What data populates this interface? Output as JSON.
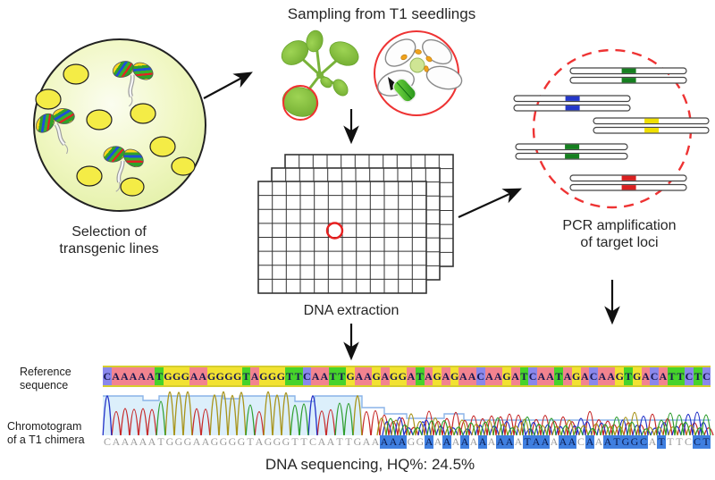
{
  "titles": {
    "sampling": "Sampling from T1 seedlings",
    "selection_1": "Selection of",
    "selection_2": "transgenic lines",
    "dna_extraction": "DNA extraction",
    "pcr_1": "PCR amplification",
    "pcr_2": "of target loci",
    "reference_1": "Reference",
    "reference_2": "sequence",
    "chromatogram_1": "Chromotogram",
    "chromatogram_2": "of a T1 chimera",
    "bottom_caption": "DNA sequencing, HQ%: 24.5%"
  },
  "sequences": {
    "reference": "CAAAAATGGGAAGGGGTAGGGTTCAATTGAAGAGGATAGAGAACAAGATCAATAGACAAGTGACATTCTC",
    "calls": "CAAAAATGGGAAGGGGTAGGGTTCAATTGAAAAAGGAAAAAAAAAAATAAAAACAAATGGCATTTCCT",
    "low_quality_highlight_mask": "0000000000000000000000000000000111001010101011011101101011111010001100"
  },
  "colors": {
    "base_bg": {
      "A": "#f2838f",
      "C": "#8a88ec",
      "G": "#f2e231",
      "T": "#46d32b"
    },
    "trace": {
      "A": "#c62828",
      "C": "#2331c8",
      "G": "#a8941a",
      "T": "#2e9e2e"
    },
    "highlight": "#3f7fe0",
    "quality_fill": "#dceffb",
    "quality_line": "#8ab4e8",
    "red_accent": "#ee3333",
    "band_colors": [
      "#157f1f",
      "#2437c9",
      "#f0e000",
      "#157f1f",
      "#d92020"
    ]
  }
}
